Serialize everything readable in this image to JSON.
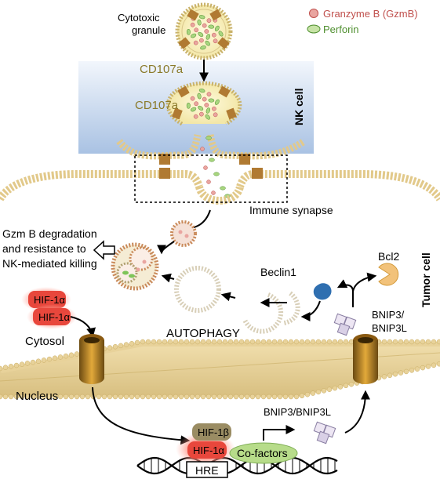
{
  "labels": {
    "cytotoxic_granule_line1": "Cytotoxic",
    "cytotoxic_granule_line2": "granule",
    "legend_granzyme": "Granzyme B (GzmB)",
    "legend_perforin": "Perforin",
    "cd107a_top": "CD107a",
    "cd107a_mid": "CD107a",
    "nk_cell": "NK cell",
    "immune_synapse": "Immune synapse",
    "gzmb_line1": "Gzm B degradation",
    "gzmb_line2": "and resistance to",
    "gzmb_line3": "NK-mediated killing",
    "beclin1": "Beclin1",
    "bcl2": "Bcl2",
    "tumor_cell": "Tumor cell",
    "hif1a_top": "HIF-1α",
    "hif1a_bottom": "HIF-1α",
    "cytosol": "Cytosol",
    "bnip3_line1": "BNIP3/",
    "bnip3_line2": "BNIP3L",
    "autophagy": "AUTOPHAGY",
    "nucleus": "Nucleus",
    "bnip3_bnip3l": "BNIP3/BNIP3L",
    "hif1b": "HIF-1β",
    "hif1a_nucleus": "HIF-1α",
    "cofactors": "Co-factors",
    "hre": "HRE"
  },
  "colors": {
    "olive_text": "#8a7a2a",
    "legend_red": "#c0504d",
    "legend_green": "#4f8f2f",
    "hif_red": "#e8473c",
    "hif_beta": "#9a8c63",
    "cofactor_green": "#b7dc8a",
    "lipid_head": "#e2c98a",
    "nk_gradient_top": "#e9effa",
    "nk_gradient_bottom": "#a9c2e3"
  }
}
